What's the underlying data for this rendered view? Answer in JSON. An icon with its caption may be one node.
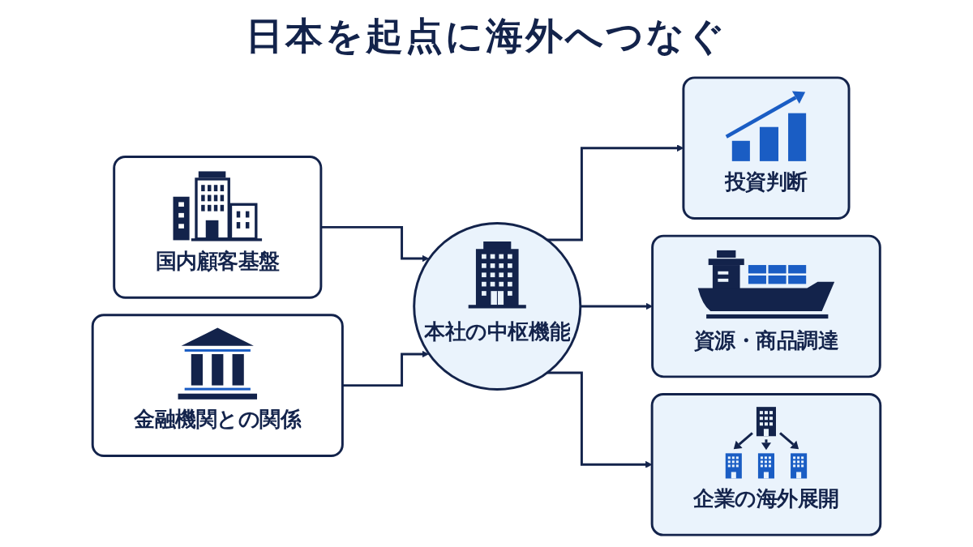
{
  "diagram": {
    "title": "日本を起点に海外へつなぐ",
    "nodes": [
      {
        "text": [
          "国内顧客基盤"
        ]
      },
      {
        "text": [
          "金融機関との関係"
        ]
      },
      {
        "text": [
          "本社の中枢機能"
        ]
      },
      {
        "text": [
          "投資判断"
        ]
      },
      {
        "text": [
          "資源・商品調達"
        ]
      },
      {
        "text": [
          "企業の海外展開"
        ]
      }
    ],
    "edges": [
      {
        "from": 0,
        "to": 2,
        "arrow": "to"
      },
      {
        "from": 1,
        "to": 2,
        "arrow": "to"
      },
      {
        "from": 2,
        "to": 3,
        "arrow": "to"
      },
      {
        "from": 2,
        "to": 4,
        "arrow": "to"
      },
      {
        "from": 2,
        "to": 5,
        "arrow": "to"
      }
    ]
  }
}
